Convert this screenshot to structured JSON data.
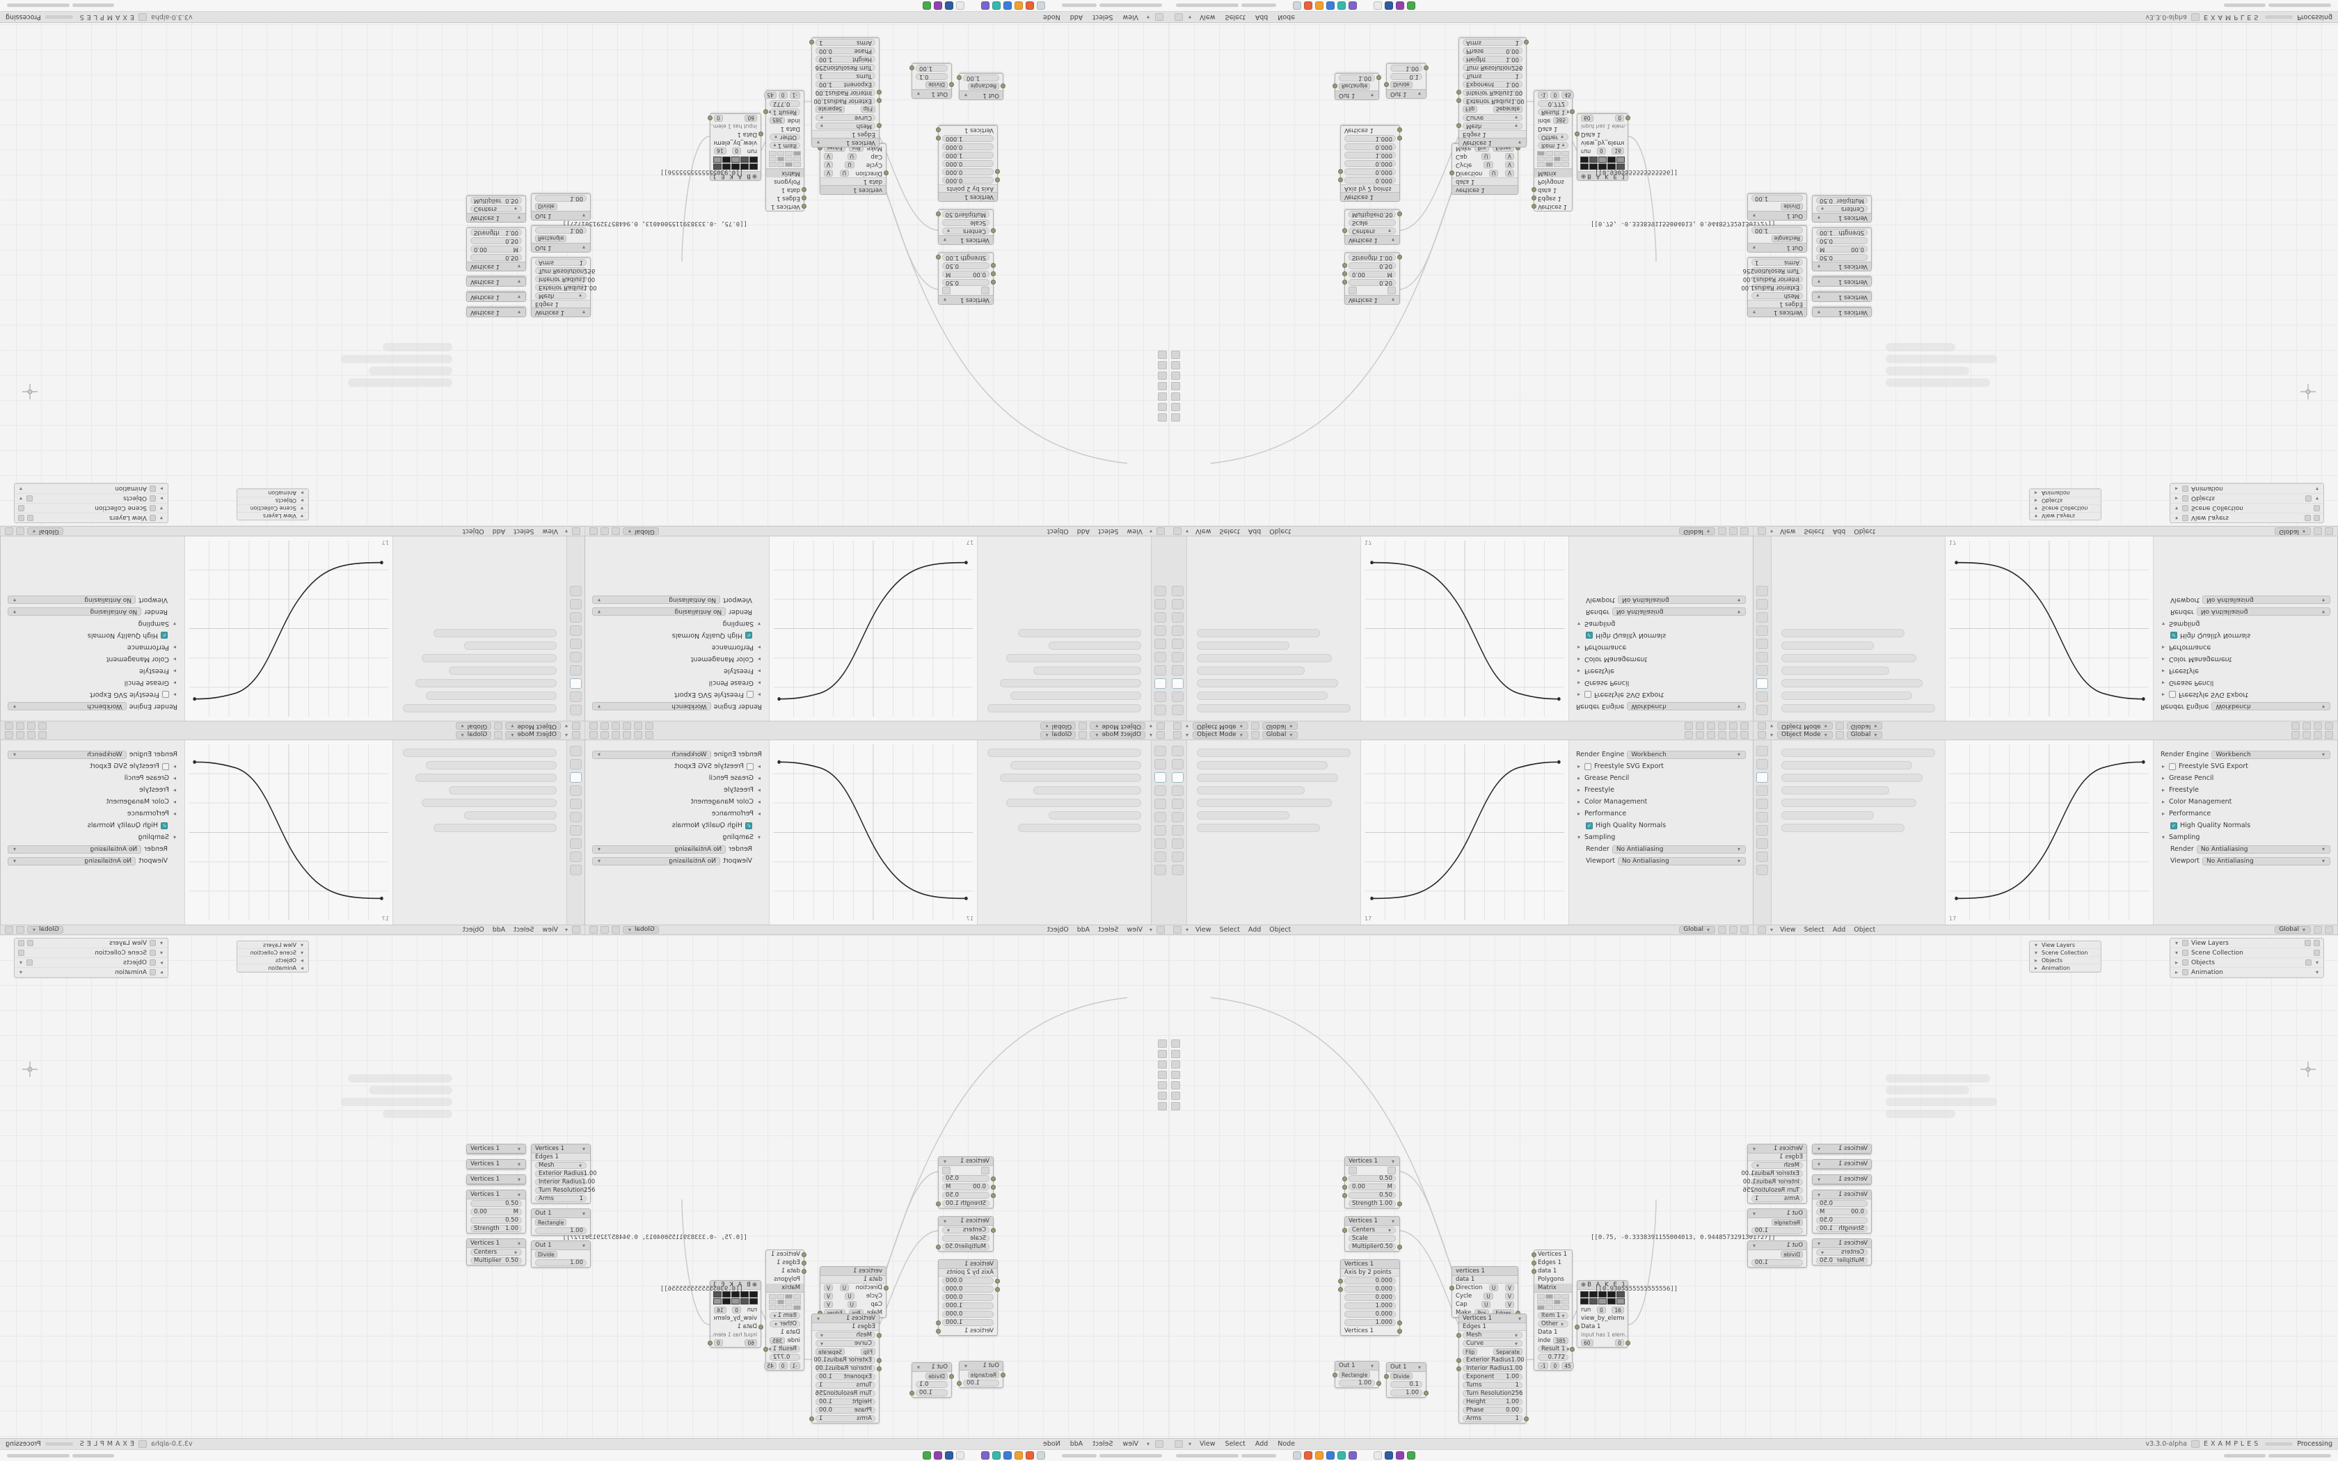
{
  "status": {
    "version": "v3.3.0-alpha",
    "workspace": "EXAMPLES",
    "state": "Processing"
  },
  "header": {
    "mode": "Object Mode",
    "orientation": "Global"
  },
  "menus": {
    "view": "View",
    "select": "Select",
    "add": "Add",
    "object": "Object",
    "node": "Node"
  },
  "curve": {
    "tick": "17"
  },
  "properties": {
    "render_engine": {
      "label": "Render Engine",
      "value": "Workbench"
    },
    "panels": [
      {
        "label": "Freestyle SVG Export",
        "checkbox": true,
        "checked": false
      },
      {
        "label": "Grease Pencil"
      },
      {
        "label": "Freestyle"
      },
      {
        "label": "Color Management"
      },
      {
        "label": "Performance"
      },
      {
        "label": "High Quality Normals",
        "checkbox": true,
        "checked": true
      },
      {
        "label": "Sampling",
        "expanded": true
      }
    ],
    "sampling_rows": [
      {
        "label": "Render",
        "value": "No Antialiasing"
      },
      {
        "label": "Viewport",
        "value": "No Antialiasing"
      }
    ]
  },
  "outliner": {
    "items": [
      {
        "label": "View Layers"
      },
      {
        "label": "Scene Collection"
      },
      {
        "label": "Objects"
      },
      {
        "label": "Animation"
      }
    ]
  },
  "nodes": {
    "collapsed_title": "Vertices 1",
    "verts_a": {
      "title": "Vertices 1",
      "v1": "0.50",
      "v2": "0.00",
      "v2_tag": "M",
      "v3": "0.50",
      "strength_label": "Strength",
      "strength_value": "1.00"
    },
    "verts_b": {
      "title": "Vertices 1",
      "row1": "Centers",
      "row2": "Scale",
      "mult_label": "Multiplier",
      "mult_value": "0.50"
    },
    "axis": {
      "title": "Vertices 1",
      "subtitle": "Axis by 2 points",
      "v1": "0.000",
      "v2": "0.000",
      "v3": "0.000",
      "v4": "1.000",
      "v5": "0.000",
      "v6": "1.000",
      "footer": "Vertices 1"
    },
    "out_rect": {
      "title": "Out 1",
      "body": "Rectangle",
      "value": "1.00"
    },
    "out_div": {
      "title": "Out 1",
      "body": "Divide",
      "v1": "0.1",
      "v2": "1.00"
    },
    "dirgrid": {
      "title": "vertices 1",
      "subtitle": "data 1",
      "r1_label": "Direction",
      "r1_a": "U",
      "r1_b": "V",
      "r2_label": "Cycle",
      "r2_a": "U",
      "r2_b": "V",
      "r3_label": "Cap",
      "r3_a": "U",
      "r3_b": "V",
      "r4_label": "Make",
      "r4_a": "Pos",
      "r4_b": "Edges"
    },
    "spiral": {
      "title": "Vertices 1",
      "subtitle": "Edges 1",
      "mesh": "Mesh",
      "curve": "Curve",
      "flip": "Flip",
      "separate": "Separate",
      "p1_label": "Exterior Radius",
      "p1_value": "1.00",
      "p2_label": "Interior Radius",
      "p2_value": "1.00",
      "p3_label": "Exponent",
      "p3_value": "1.00",
      "p4_label": "Turns",
      "p4_value": "1",
      "p5_label": "Turn Resolution",
      "p5_value": "256",
      "p6_label": "Height",
      "p6_value": "1.00",
      "p7_label": "Phase",
      "p7_value": "0.00",
      "p8_label": "Arms",
      "p8_value": "1"
    },
    "inspector": {
      "r1": "Vertices 1",
      "r2": "Edges 1",
      "r3": "data 1",
      "r4": "Polygons",
      "matrix_label": "Matrix",
      "item": "Item 1",
      "other": "Other",
      "data": "Data 1",
      "index_label": "index",
      "index_value": "385",
      "result": "Result 1",
      "v1": "0.772",
      "c1": "-1",
      "c2": "0",
      "c3": "45"
    },
    "bake": {
      "title": "B A K E 1",
      "run_label": "run",
      "run_a": "0",
      "run_b": "16",
      "view": "view_by_element",
      "data": "Data 1",
      "note": "input has 1 elem…",
      "n1": "60",
      "n2": "0"
    }
  },
  "annotations": {
    "vec": "[[0.75, -0.3338391155004013, 0.9448573291301727]]",
    "scalar": "[[0.9305555555555556]]"
  },
  "taskbar": {
    "icons": [
      {
        "color": "#cfd8dc"
      },
      {
        "color": "#e8623a"
      },
      {
        "color": "#f0a030"
      },
      {
        "color": "#3d7dd8"
      },
      {
        "color": "#37b8ab"
      },
      {
        "color": "#7d64c8"
      },
      {
        "color": "#e9e9e9"
      },
      {
        "color": "#2f5d9e"
      },
      {
        "color": "#8f44ad"
      },
      {
        "color": "#4aa84e"
      }
    ]
  },
  "colors": {
    "accent_teal": "#3f9fa8",
    "curve_line": "#2a2a2a",
    "noodle": "#c9c9c9"
  }
}
